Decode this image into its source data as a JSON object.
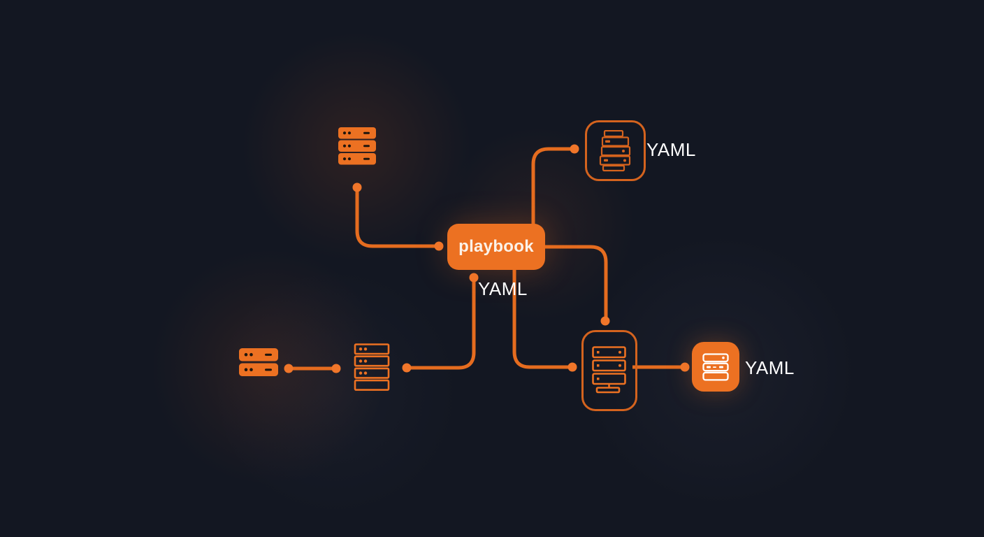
{
  "theme": {
    "background": "#131722",
    "accent": "#EC7122",
    "accent_deep": "#D4631E",
    "line": "#E56C1F",
    "dot": "#F0762A",
    "text": "#FFFFFF",
    "playbook_text": "#FBF2E9",
    "mark": "#1F150D"
  },
  "diagram": {
    "playbook": {
      "label": "playbook"
    },
    "labels": {
      "yaml_top_right": "YAML",
      "yaml_below_playbook": "YAML",
      "yaml_right": "YAML"
    },
    "icons": [
      "server-stack-filled-3bar-icon",
      "server-stack-filled-2bar-icon",
      "server-stack-outline-4bar-icon",
      "server-sketch-icon",
      "host-monitor-icon",
      "server-stack-white-icon"
    ]
  }
}
